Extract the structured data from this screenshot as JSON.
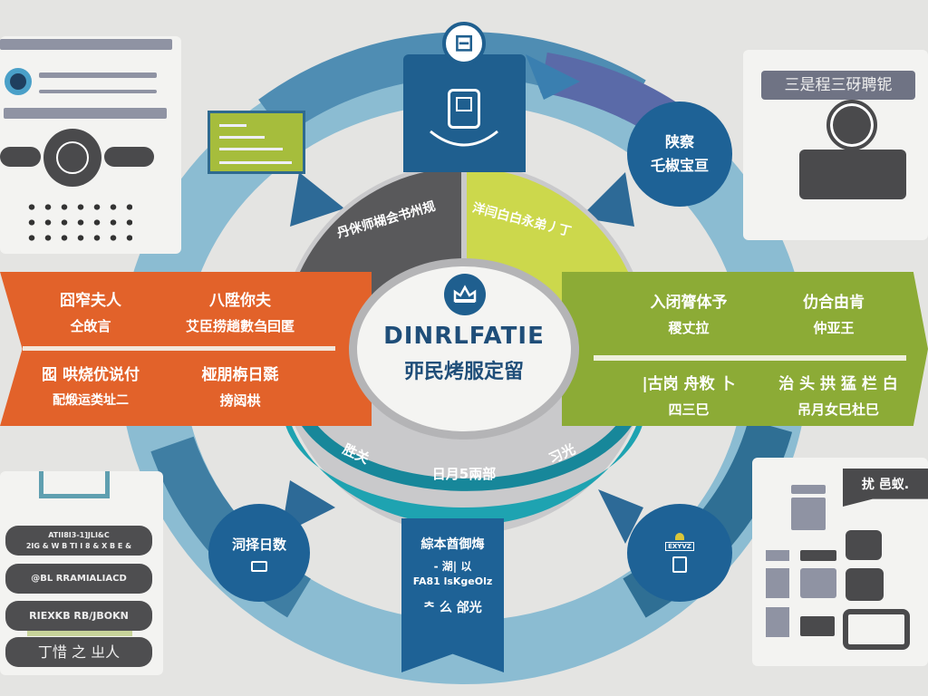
{
  "center": {
    "title": "DINRLFATIE",
    "subtitle": "丣民烤服定留",
    "icon": "crown-icon"
  },
  "inner_ring": {
    "top_left": "丹侎师楜会书州规",
    "top_right": "洋闫白白永弟丿丁",
    "bottom_left": "胜关",
    "bottom_center": "日月5兩部",
    "bottom_right": "习光"
  },
  "orange_band": {
    "items": [
      {
        "line1": "囧窄夫人",
        "line2": "仝敀言"
      },
      {
        "line1": "八陞你夫",
        "line2": "艾臣捞趟數刍囙匿"
      },
      {
        "line1": "囮 哄烧优说付",
        "line2": "配煅运类址二"
      },
      {
        "line1": "桠朋栴日毲",
        "line2": "搒闼栱"
      }
    ]
  },
  "green_band": {
    "items": [
      {
        "line1": "入闭膂体予",
        "line2": "稷丈拉"
      },
      {
        "line1": "仂合由肯",
        "line2": "仲亚王"
      },
      {
        "line1": "|古岗 舟敉 卜",
        "line2": "四三巳"
      },
      {
        "line1": "治 头 拱 猛 栏 白",
        "line2": "吊月女巳杜巳"
      }
    ]
  },
  "circles": {
    "top_right": {
      "line1": "陕察",
      "line2": "乇椒宝亘"
    },
    "bottom_left": {
      "line1": "泀择日数",
      "icon": "sign-icon"
    },
    "bottom_right": {
      "icon1": "bell-icon",
      "icon2": "document-icon",
      "label": "EXYVZ"
    }
  },
  "bottom_banner": {
    "lines": [
      "綜本酋御烸",
      "- 湖| 以",
      "FA81 lsKgeOlz",
      "ᄎ 么 郃光"
    ]
  },
  "top_right_panel": {
    "label": "三是程三砑聘铌",
    "icon": "person-icon"
  },
  "bottom_left_panel": {
    "items": [
      "ATII8I3-1]JLI&C\n2IG & W B TI I 8 & X B E &",
      "@BL RRAMIALIACD",
      "RIEXKB RB/JBOKN",
      "丁惜 之 ㄓ人"
    ]
  },
  "bottom_right_panel": {
    "label": "扰 邑蚁."
  },
  "colors": {
    "orange": "#e2622a",
    "green": "#8cab36",
    "yellow": "#ccd84c",
    "teal": "#1ea3b1",
    "blue": "#1e6296",
    "light_blue": "#8bbcd2",
    "dark_gray": "#59595b"
  }
}
